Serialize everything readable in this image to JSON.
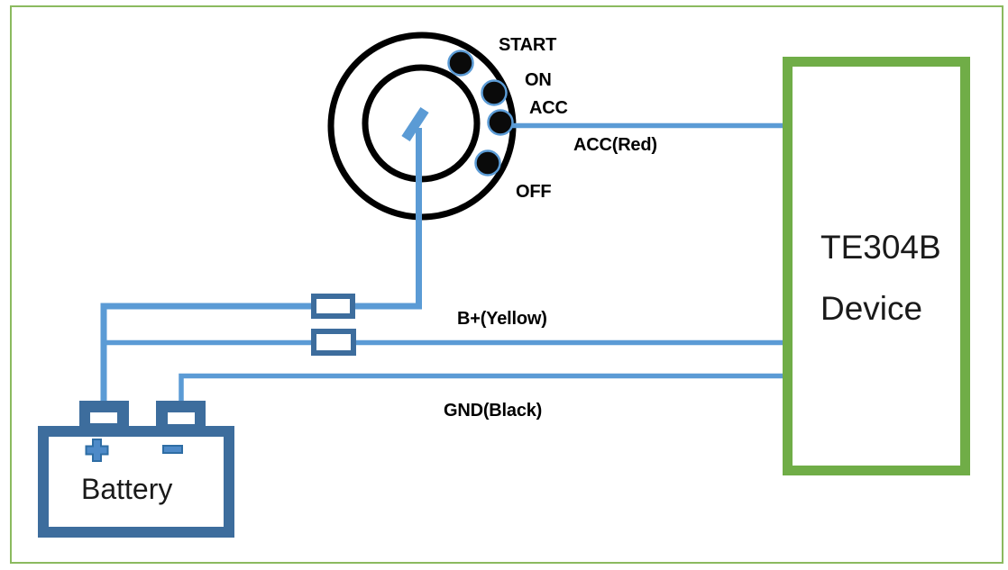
{
  "diagram": {
    "description": "Ignition switch to TE304B device wiring diagram"
  },
  "ignition_switch": {
    "positions": [
      {
        "id": "start",
        "label": "START"
      },
      {
        "id": "on",
        "label": "ON"
      },
      {
        "id": "acc",
        "label": "ACC"
      },
      {
        "id": "off",
        "label": "OFF"
      }
    ],
    "key_icon": "ignition-key"
  },
  "wires": [
    {
      "id": "acc",
      "label": "ACC(Red)"
    },
    {
      "id": "bplus",
      "label": "B+(Yellow)"
    },
    {
      "id": "ground",
      "label": "GND(Black)"
    }
  ],
  "fuses": [
    {
      "id": "fuse-1"
    },
    {
      "id": "fuse-2"
    }
  ],
  "battery": {
    "label": "Battery",
    "plus_icon": "plus-symbol",
    "minus_icon": "minus-symbol"
  },
  "device": {
    "model": "TE304B",
    "type": "Device"
  },
  "colors": {
    "wire_blue": "#5B9BD5",
    "battery_blue": "#3D6D9D",
    "polarity_fill": "#4E8AC8",
    "device_green": "#70AD47",
    "page_border_green": "#8BBA5F",
    "switch_black": "#000000"
  }
}
